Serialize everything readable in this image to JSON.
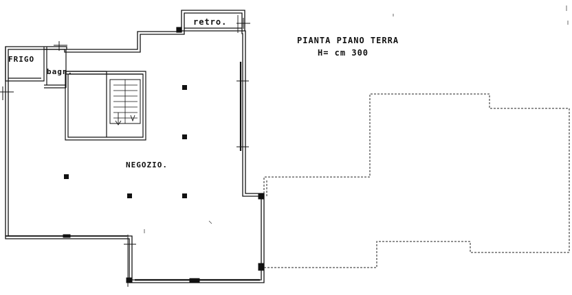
{
  "drawing": {
    "title": "PIANTA PIANO TERRA",
    "height_note": "H= cm 300"
  },
  "rooms": {
    "shop": "NEGOZIO.",
    "fridge": "FRIGO",
    "bathroom": "bagn.",
    "back": "retro."
  },
  "colors": {
    "ink": "#111111",
    "paper": "#ffffff"
  }
}
